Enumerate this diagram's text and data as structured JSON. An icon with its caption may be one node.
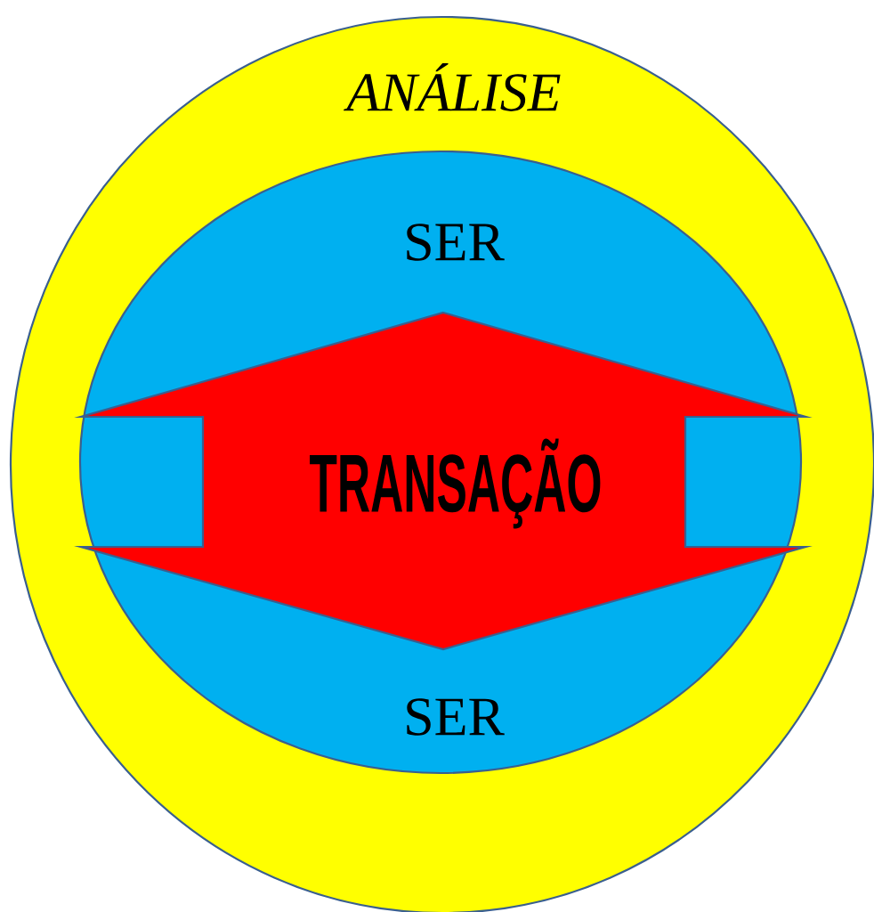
{
  "diagram": {
    "nodes": [
      {
        "text": [
          "ANÁLISE"
        ]
      },
      {
        "text": [
          "SER",
          "SER"
        ],
        "in": 0
      },
      {
        "text": [
          "TRANSAÇÃO"
        ],
        "in": 1
      }
    ]
  }
}
